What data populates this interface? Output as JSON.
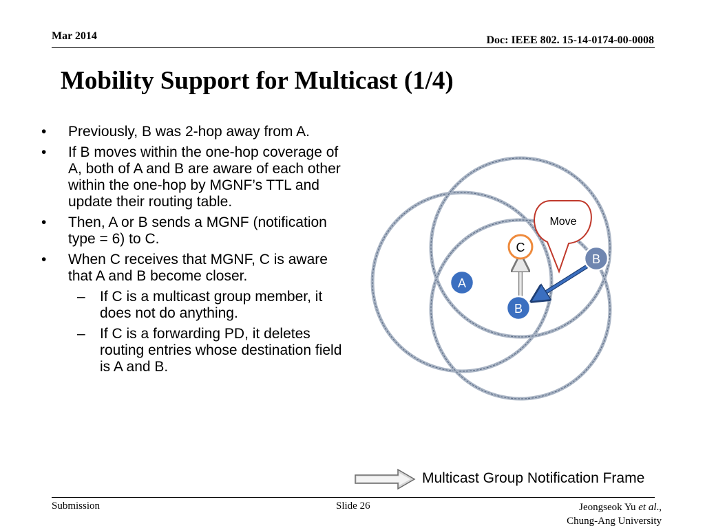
{
  "header": {
    "date": "Mar 2014",
    "doc": "Doc: IEEE 802. 15-14-0174-00-0008"
  },
  "title": "Mobility Support for Multicast (1/4)",
  "bullets": [
    {
      "marker": "•",
      "text": "Previously, B was 2-hop away from A."
    },
    {
      "marker": "•",
      "text": "If B moves within the one-hop coverage of A, both of A and B are aware of each other within the one-hop by MGNF’s TTL and update their routing table."
    },
    {
      "marker": "•",
      "text": "Then, A or B sends a MGNF (notification type = 6) to C."
    },
    {
      "marker": "•",
      "text": "When C receives that MGNF, C is aware that A and B become closer."
    }
  ],
  "sub_bullets": [
    {
      "marker": "–",
      "text": "If C is a multicast group member, it does not do anything."
    },
    {
      "marker": "–",
      "text": "If C is a forwarding PD, it deletes routing entries whose destination field is A and B."
    }
  ],
  "diagram": {
    "callout": "Move",
    "node_c": "C",
    "node_a": "A",
    "node_b_new": "B",
    "node_b_old": "B",
    "colors": {
      "node_blue": "#3b6fc0",
      "node_grey": "#6f86b0",
      "node_c_ring": "#ee8a3c",
      "callout_border": "#c0392b"
    }
  },
  "legend": {
    "label": "Multicast Group Notification Frame"
  },
  "footer": {
    "submission": "Submission",
    "slide": "Slide 26",
    "author": "Jeongseok Yu",
    "author_etal": "et al",
    "author_punct": ".,",
    "university": "Chung-Ang University"
  }
}
